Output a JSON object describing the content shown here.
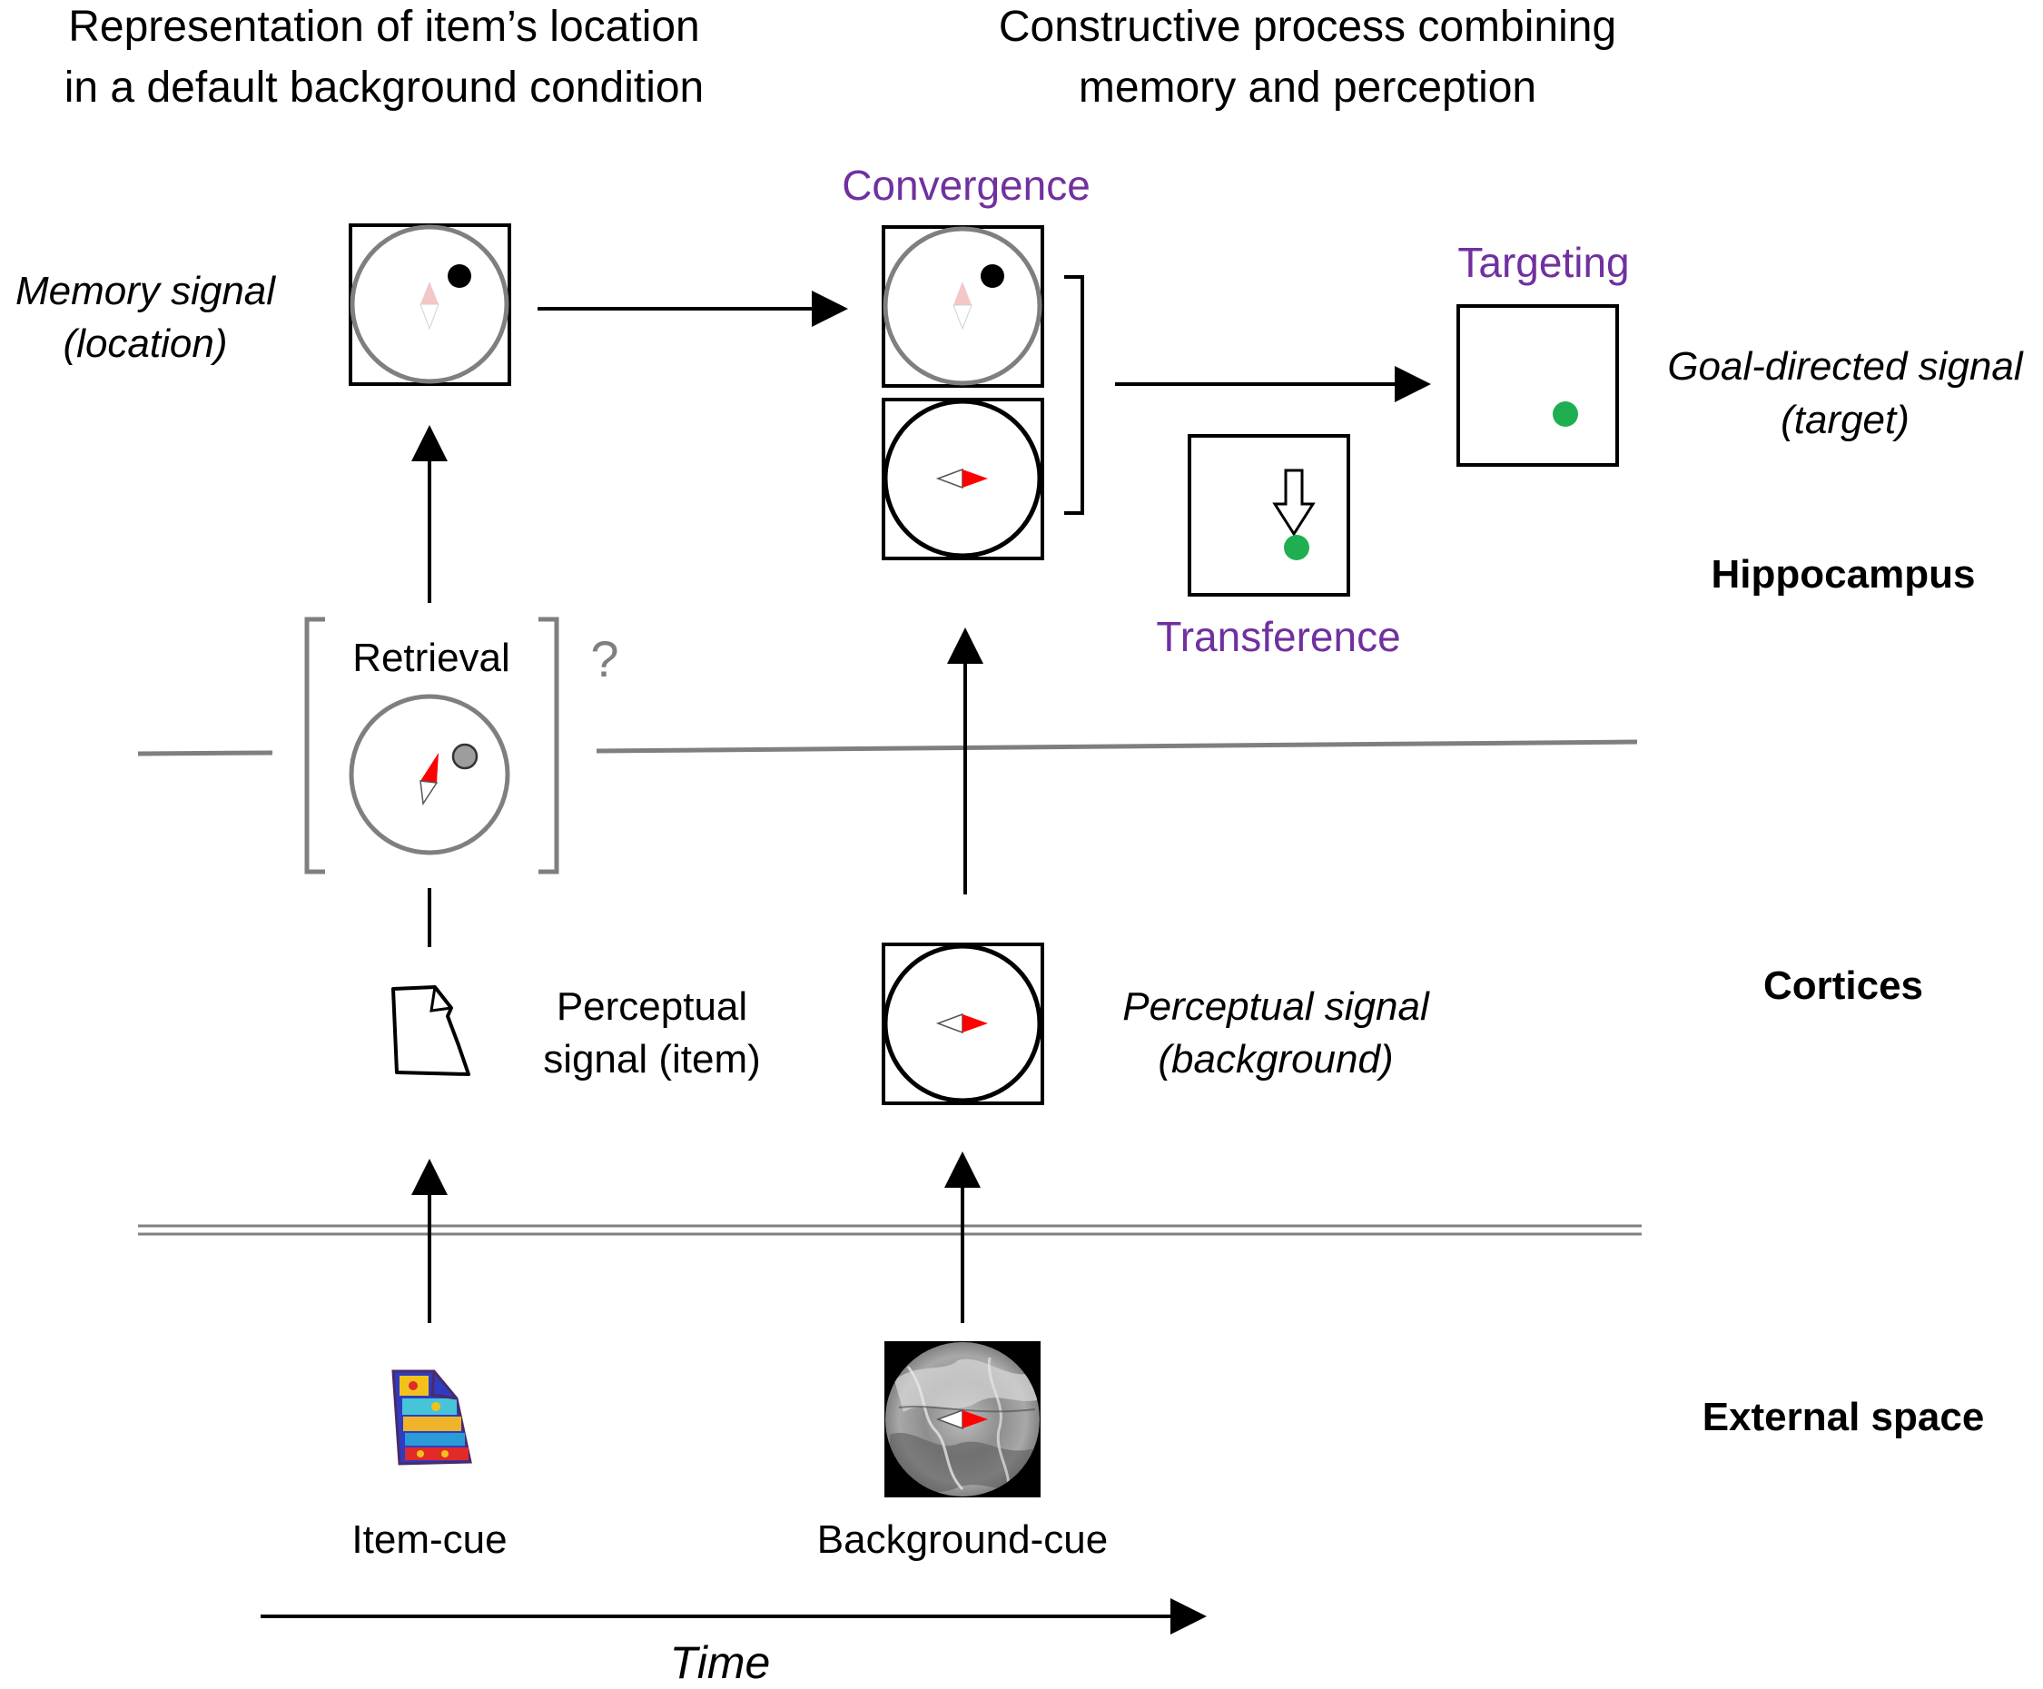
{
  "headings": {
    "left_line1": "Representation of item’s location",
    "left_line2": "in a default background condition",
    "right_line1": "Constructive process combining",
    "right_line2": "memory and perception"
  },
  "labels": {
    "memory_signal_line1": "Memory signal",
    "memory_signal_line2": "(location)",
    "convergence": "Convergence",
    "targeting": "Targeting",
    "transference": "Transference",
    "goal_directed_line1": "Goal-directed signal",
    "goal_directed_line2": "(target)",
    "retrieval": "Retrieval",
    "question_mark": "?",
    "perceptual_item_line1": "Perceptual",
    "perceptual_item_line2": "signal (item)",
    "perceptual_bg_line1": "Perceptual signal",
    "perceptual_bg_line2": "(background)",
    "item_cue": "Item-cue",
    "background_cue": "Background-cue",
    "time": "Time"
  },
  "regions": {
    "hippocampus": "Hippocampus",
    "cortices": "Cortices",
    "external_space": "External space"
  },
  "colors": {
    "purple_label": "#7030a0",
    "gray_line": "#7f7f7f",
    "target_dot": "#1faf50",
    "compass_red": "#ff0000",
    "faded_compass": "#f4c6c6"
  }
}
